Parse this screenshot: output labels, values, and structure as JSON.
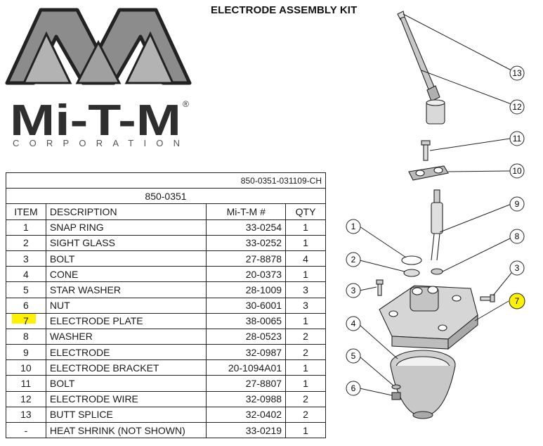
{
  "header": {
    "title": "ELECTRODE ASSEMBLY KIT"
  },
  "logo": {
    "brand": "Mi-T-M",
    "registered": "®",
    "subtitle": "CORPORATION",
    "colors": {
      "gray": "#8a8a8a",
      "dark": "#2e2e2e"
    }
  },
  "table": {
    "doc_code": "850-0351-031109-CH",
    "kit_number": "850-0351",
    "columns": [
      "ITEM",
      "DESCRIPTION",
      "Mi-T-M #",
      "QTY"
    ],
    "rows": [
      {
        "item": "1",
        "description": "SNAP RING",
        "part": "33-0254",
        "qty": "1"
      },
      {
        "item": "2",
        "description": "SIGHT GLASS",
        "part": "33-0252",
        "qty": "1"
      },
      {
        "item": "3",
        "description": "BOLT",
        "part": "27-8878",
        "qty": "4"
      },
      {
        "item": "4",
        "description": "CONE",
        "part": "20-0373",
        "qty": "1"
      },
      {
        "item": "5",
        "description": "STAR WASHER",
        "part": "28-1009",
        "qty": "3"
      },
      {
        "item": "6",
        "description": "NUT",
        "part": "30-6001",
        "qty": "3"
      },
      {
        "item": "7",
        "description": "ELECTRODE PLATE",
        "part": "38-0065",
        "qty": "1"
      },
      {
        "item": "8",
        "description": "WASHER",
        "part": "28-0523",
        "qty": "2"
      },
      {
        "item": "9",
        "description": "ELECTRODE",
        "part": "32-0987",
        "qty": "2"
      },
      {
        "item": "10",
        "description": "ELECTRODE BRACKET",
        "part": "20-1094A01",
        "qty": "1"
      },
      {
        "item": "11",
        "description": "BOLT",
        "part": "27-8807",
        "qty": "1"
      },
      {
        "item": "12",
        "description": "ELECTRODE WIRE",
        "part": "32-0988",
        "qty": "2"
      },
      {
        "item": "13",
        "description": "BUTT SPLICE",
        "part": "32-0402",
        "qty": "2"
      },
      {
        "item": "-",
        "description": "HEAT SHRINK (NOT SHOWN)",
        "part": "33-0219",
        "qty": "1"
      }
    ],
    "highlight_color": "#fff200"
  },
  "diagram": {
    "callouts": [
      "13",
      "12",
      "11",
      "10",
      "9",
      "8",
      "7",
      "3",
      "1",
      "2",
      "3",
      "4",
      "5",
      "6"
    ]
  }
}
